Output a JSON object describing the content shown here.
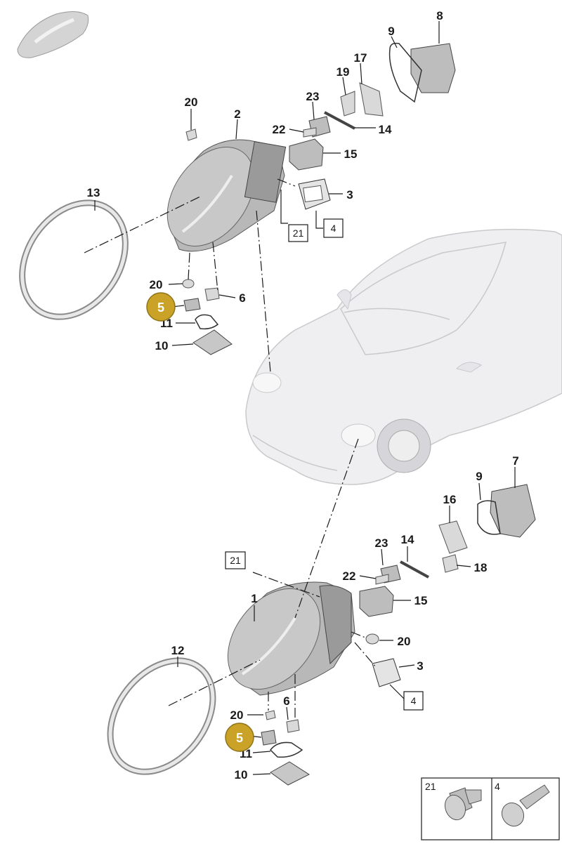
{
  "callouts": {
    "upper": {
      "n8": "8",
      "n9": "9",
      "n17": "17",
      "n19": "19",
      "n23": "23",
      "n20a": "20",
      "n2": "2",
      "n22": "22",
      "n14": "14",
      "n15": "15",
      "n13": "13",
      "n3": "3",
      "n21": "21",
      "n4": "4",
      "n20b": "20",
      "n6": "6",
      "n11": "11",
      "n10": "10",
      "n5": "5"
    },
    "lower": {
      "n7": "7",
      "n9": "9",
      "n16": "16",
      "n23": "23",
      "n14": "14",
      "n18": "18",
      "n21": "21",
      "n22": "22",
      "n15": "15",
      "n1": "1",
      "n20a": "20",
      "n12": "12",
      "n3": "3",
      "n4": "4",
      "n6": "6",
      "n20b": "20",
      "n11": "11",
      "n10": "10",
      "n5": "5"
    }
  },
  "legend": {
    "item_a": "21",
    "item_b": "4"
  },
  "colors": {
    "badge": "#c9a227",
    "badge_stroke": "#8f7418"
  }
}
